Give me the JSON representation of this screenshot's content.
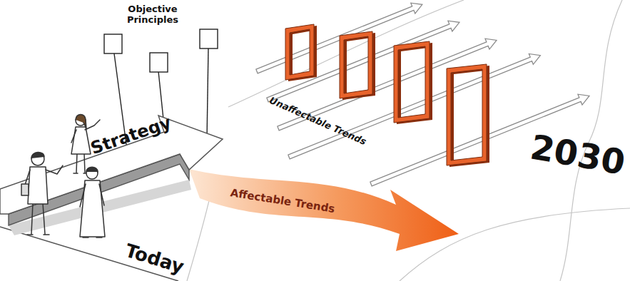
{
  "diagram": {
    "nodes": [
      {
        "text": [
          "Strategy"
        ]
      },
      {
        "text": [
          "Affectable Trends"
        ]
      }
    ],
    "labels": [
      "Objective Principles",
      "Unaffectable Trends",
      "Today",
      "2030"
    ]
  }
}
